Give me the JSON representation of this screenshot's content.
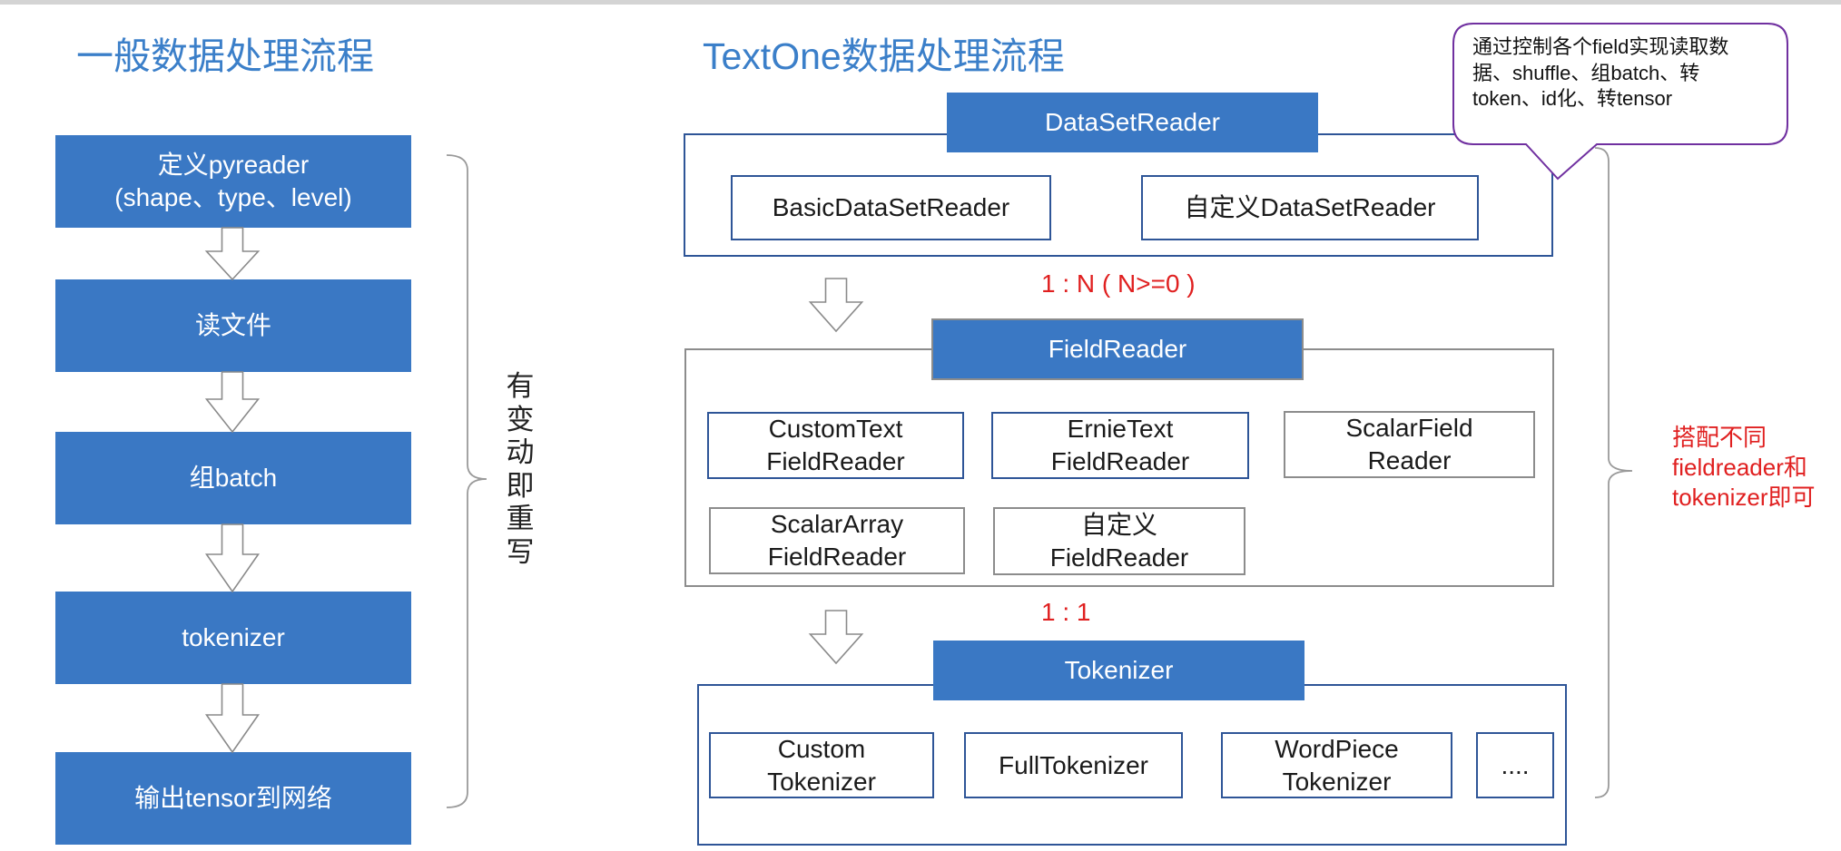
{
  "left": {
    "title": "一般数据处理流程",
    "steps": [
      {
        "lines": [
          "定义pyreader",
          "(shape、type、level)"
        ]
      },
      {
        "lines": [
          "读文件"
        ]
      },
      {
        "lines": [
          "组batch"
        ]
      },
      {
        "lines": [
          "tokenizer"
        ]
      },
      {
        "lines": [
          "输出tensor到网络"
        ]
      }
    ],
    "brace_note": "有变动即重写"
  },
  "right": {
    "title": "TextOne数据处理流程",
    "dataset_reader": {
      "header": "DataSetReader",
      "items": [
        {
          "lines": [
            "BasicDataSetReader"
          ]
        },
        {
          "lines": [
            "自定义DataSetReader"
          ]
        }
      ]
    },
    "ratio_1": "1 : N ( N>=0 )",
    "field_reader": {
      "header": "FieldReader",
      "items": [
        {
          "lines": [
            "CustomText",
            "FieldReader"
          ]
        },
        {
          "lines": [
            "ErnieText",
            "FieldReader"
          ]
        },
        {
          "lines": [
            "ScalarField",
            "Reader"
          ]
        },
        {
          "lines": [
            "ScalarArray",
            "FieldReader"
          ]
        },
        {
          "lines": [
            "自定义",
            "FieldReader"
          ]
        }
      ]
    },
    "ratio_2": "1 : 1",
    "tokenizer": {
      "header": "Tokenizer",
      "items": [
        {
          "lines": [
            "Custom",
            "Tokenizer"
          ]
        },
        {
          "lines": [
            "FullTokenizer"
          ]
        },
        {
          "lines": [
            "WordPiece",
            "Tokenizer"
          ]
        },
        {
          "lines": [
            "...."
          ]
        }
      ]
    },
    "callout": {
      "lines": [
        "通过控制各个field实现读取数",
        "据、shuffle、组batch、转",
        "token、id化、转tensor"
      ]
    },
    "brace_note": {
      "lines": [
        "搭配不同",
        "fieldreader和",
        "tokenizer即可"
      ]
    }
  },
  "colors": {
    "box_fill": "#3a78c4",
    "title": "#3b7fc9",
    "frame_blue": "#2e5597",
    "frame_gray": "#8c8c8c",
    "ratio_red": "#e02020",
    "callout_border": "#7030a0"
  }
}
